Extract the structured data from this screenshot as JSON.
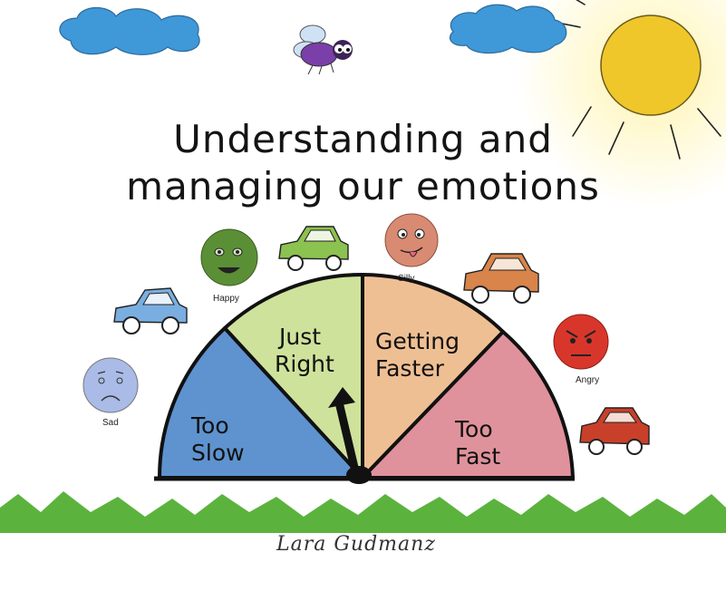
{
  "title": {
    "line1": "Understanding and",
    "line2": "managing our emotions"
  },
  "meter": {
    "segments": [
      {
        "line1": "Too",
        "line2": "Slow",
        "color": "#5e93cf"
      },
      {
        "line1": "Just",
        "line2": "Right",
        "color": "#cfe29b"
      },
      {
        "line1": "Getting",
        "line2": "Faster",
        "color": "#efbf94"
      },
      {
        "line1": "Too",
        "line2": "Fast",
        "color": "#e0929c"
      }
    ]
  },
  "faces": {
    "sad": "Sad",
    "happy": "Happy",
    "silly": "Silly",
    "angry": "Angry"
  },
  "colors": {
    "sky_cloud": "#3f98d8",
    "sun": "#efc72a",
    "grass": "#5bb33d",
    "sad_face": "#a9bbe6",
    "happy_face": "#5b8f35",
    "silly_face": "#d98a72",
    "angry_face": "#d9362b"
  },
  "signature": "Lara Gudmanz"
}
